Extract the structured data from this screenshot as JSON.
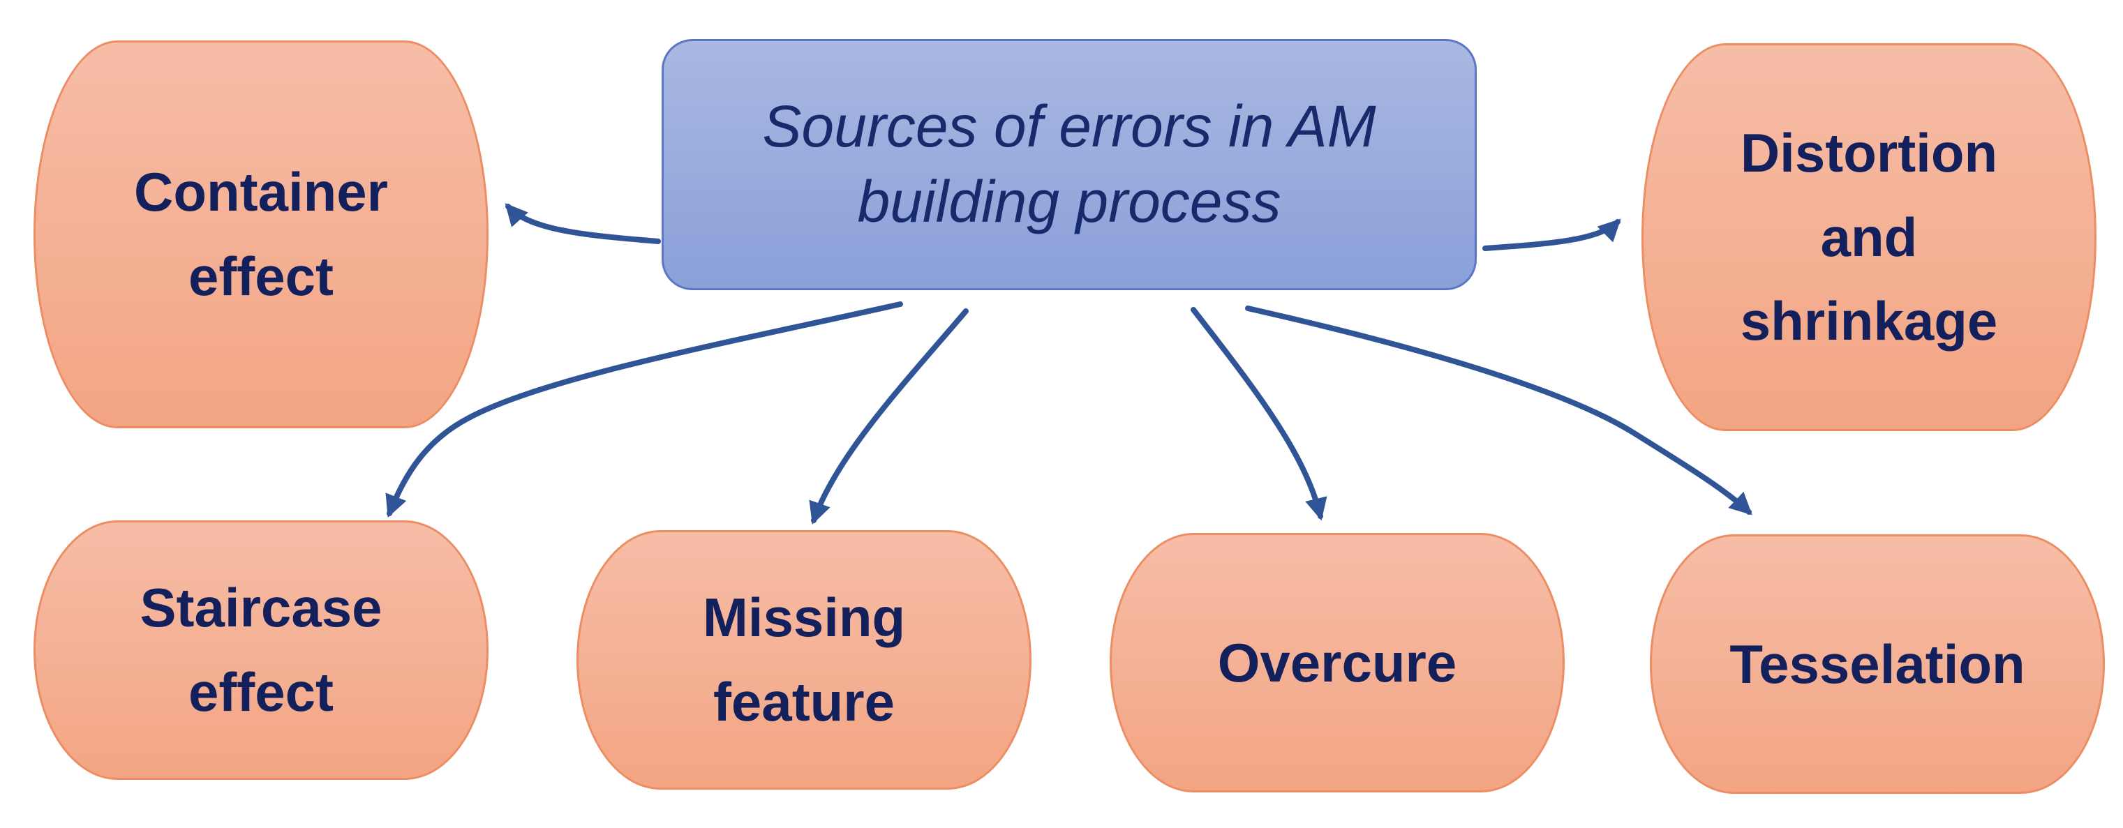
{
  "diagram": {
    "center": {
      "title": "Sources of errors in AM building process"
    },
    "nodes": {
      "container_effect": "Container effect",
      "distortion_shrinkage": "Distortion and shrinkage",
      "staircase_effect": "Staircase effect",
      "missing_feature": "Missing feature",
      "overcure": "Overcure",
      "tesselation": "Tesselation"
    },
    "colors": {
      "center_fill": "#95a9dd",
      "center_text": "#172a6c",
      "leaf_fill": "#f4ad8e",
      "leaf_border": "#ec8d64",
      "leaf_text": "#13205c",
      "arrow": "#2f5597"
    }
  }
}
